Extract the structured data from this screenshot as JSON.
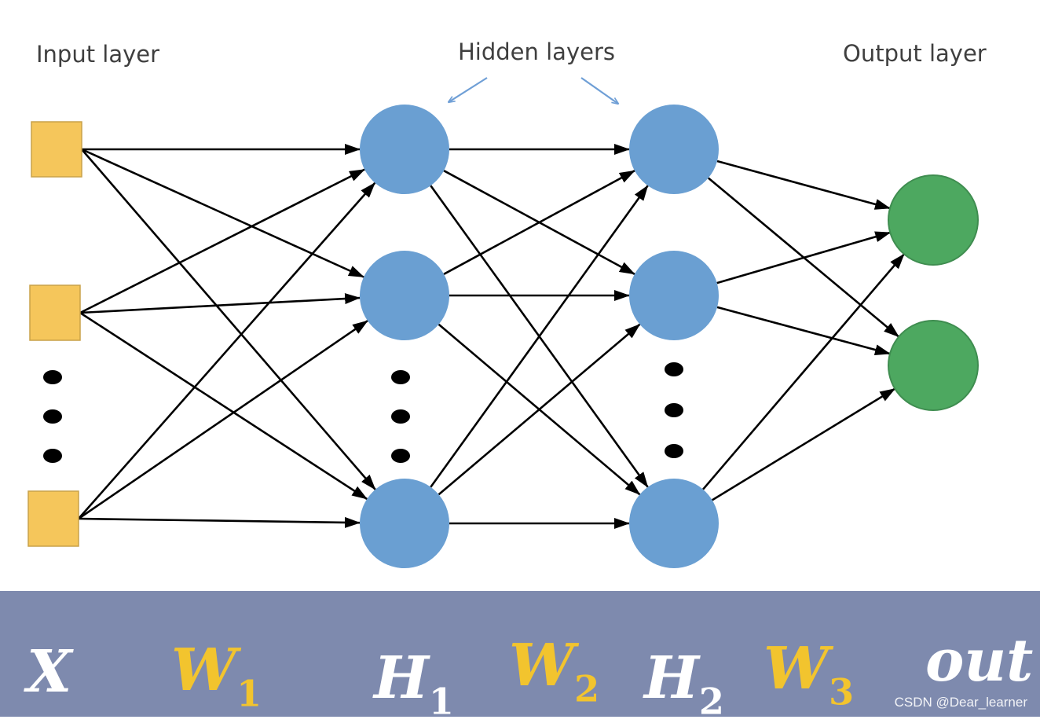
{
  "labels": {
    "input_layer": "Input layer",
    "hidden_layers": "Hidden layers",
    "output_layer": "Output layer"
  },
  "symbols": {
    "x": "X",
    "w1": "W",
    "w1_sub": "1",
    "h1": "H",
    "h1_sub": "1",
    "w2": "W",
    "w2_sub": "2",
    "h2": "H",
    "h2_sub": "2",
    "w3": "W",
    "w3_sub": "3",
    "out": "out"
  },
  "watermark": "CSDN @Dear_learner",
  "colors": {
    "input_node": "#f5c65b",
    "hidden_node": "#6a9fd2",
    "output_node": "#4da860",
    "hidden_arrow": "#6f9fd6",
    "band": "#7e8aae",
    "symbol_gold": "#f2c42e"
  },
  "network": {
    "layers": [
      {
        "name": "input",
        "shape": "square",
        "visible_nodes": 3,
        "ellipsis_after": 2
      },
      {
        "name": "hidden1",
        "shape": "circle",
        "visible_nodes": 3,
        "ellipsis_after": 2
      },
      {
        "name": "hidden2",
        "shape": "circle",
        "visible_nodes": 3,
        "ellipsis_after": 2
      },
      {
        "name": "output",
        "shape": "circle",
        "visible_nodes": 2
      }
    ],
    "connectivity": "fully-connected"
  }
}
